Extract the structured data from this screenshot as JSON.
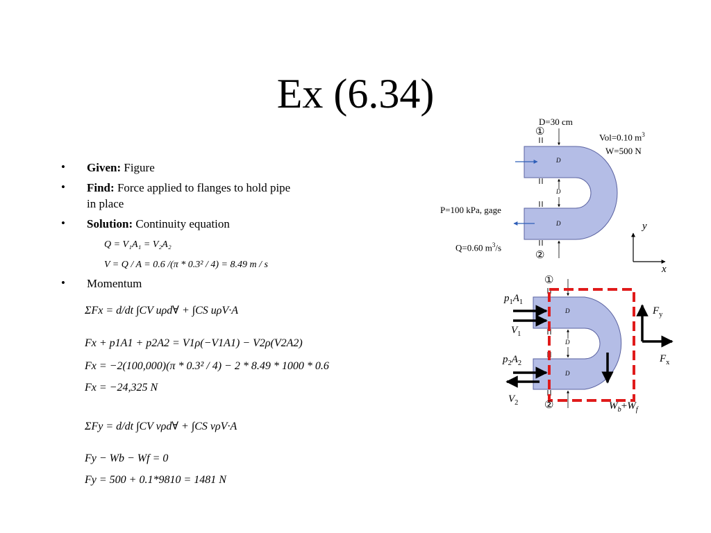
{
  "slide": {
    "title": "Ex (6.34)",
    "bullets": [
      {
        "label": "Given:",
        "text": " Figure"
      },
      {
        "label": "Find:",
        "text": "  Force applied to flanges to hold pipe",
        "text2": "in place"
      },
      {
        "label": "Solution:",
        "text": "  Continuity equation"
      },
      {
        "label": "",
        "text": "Momentum"
      }
    ],
    "bullet_mark": "•"
  },
  "equations": {
    "continuity_1": "Q = V₁A₁ = V₂A₂",
    "continuity_2": "V = Q / A = 0.6 /(π * 0.3² / 4) = 8.49 m / s",
    "momentum_x_general": "ΣFx = d/dt ∫CV uρd∀ + ∫CS uρV·A",
    "momentum_x_1": "Fx + p1A1 + p2A2 = V1ρ(−V1A1) − V2ρ(V2A2)",
    "momentum_x_2": "Fx = −2(100,000)(π * 0.3² / 4) − 2 * 8.49 * 1000 * 0.6",
    "momentum_x_3": "Fx = −24,325 N",
    "momentum_y_general": "ΣFy = d/dt ∫CV vρd∀ + ∫CS vρV·A",
    "momentum_y_1": "Fy − Wb − Wf = 0",
    "momentum_y_2": "Fy = 500 + 0.1*9810 = 1481 N"
  },
  "figure_top": {
    "diameter": "D=30 cm",
    "volume": "Vol=0.10 m",
    "volume_exp": "3",
    "weight": "W=500 N",
    "pressure": "P=100 kPa, gage",
    "flow": "Q=0.60 m",
    "flow_exp": "3",
    "flow_unit": "/s",
    "station_1": "①",
    "station_2": "②",
    "d_label": "D",
    "axis_y": "y",
    "axis_x": "x"
  },
  "figure_bottom": {
    "station_1": "①",
    "station_2": "②",
    "p1": "p",
    "p1_sub": "1",
    "a1": "A",
    "a1_sub": "1",
    "v1": "V",
    "v1_sub": "1",
    "p2": "p",
    "p2_sub": "2",
    "a2": "A",
    "a2_sub": "2",
    "v2": "V",
    "v2_sub": "2",
    "fy": "F",
    "fy_sub": "y",
    "fx": "F",
    "fx_sub": "x",
    "wb": "W",
    "wb_sub": "b",
    "plus": "+",
    "wf": "W",
    "wf_sub": "f",
    "d_label": "D"
  },
  "colors": {
    "pipe_fill": "#b4bde6",
    "pipe_stroke": "#5a62a0",
    "control_volume": "#e01b1b",
    "inlet_arrow": "#2f5fb8"
  }
}
